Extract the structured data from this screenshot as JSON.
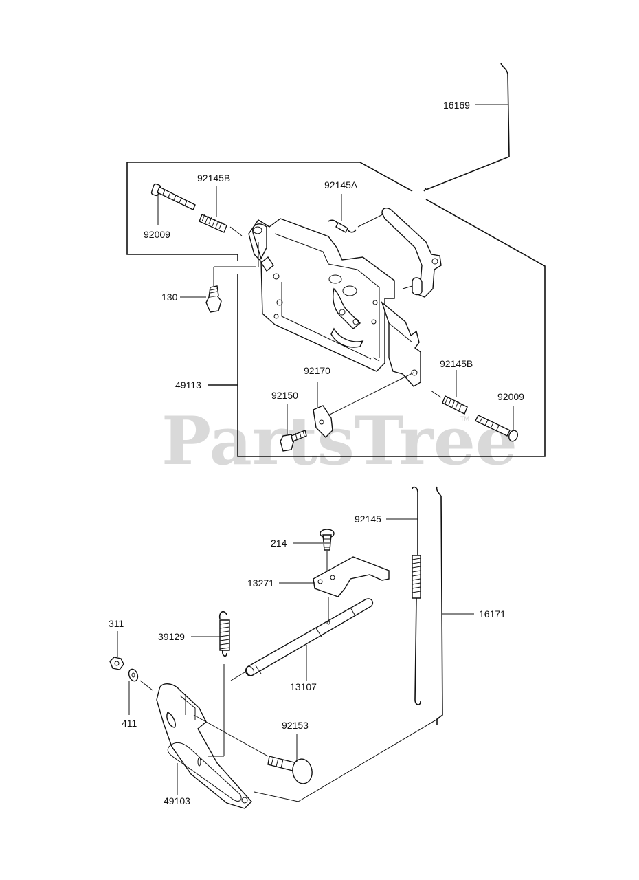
{
  "watermark": {
    "text": "PartsTree",
    "trademark": "TM"
  },
  "callouts": {
    "c16169": "16169",
    "c92145B_top": "92145B",
    "c92145A": "92145A",
    "c92009_top": "92009",
    "c130": "130",
    "c49113": "49113",
    "c92170": "92170",
    "c92150": "92150",
    "c92145B_right": "92145B",
    "c92009_right": "92009",
    "c92145": "92145",
    "c214": "214",
    "c13271": "13271",
    "c16171": "16171",
    "c311": "311",
    "c39129": "39129",
    "c13107": "13107",
    "c411": "411",
    "c92153": "92153",
    "c49103": "49103"
  }
}
